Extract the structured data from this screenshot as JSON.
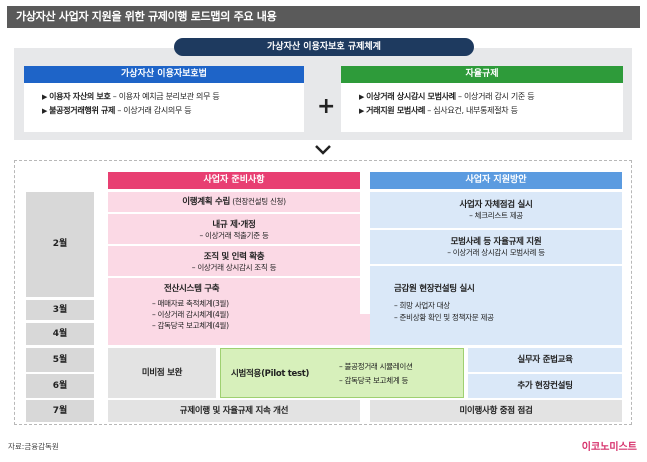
{
  "title": "가상자산 사업자 지원을 위한 규제이행 로드맵의 주요 내용",
  "top_pill": "가상자산 이용자보호 규제체계",
  "left_box": {
    "header": "가상자산 이용자보호법",
    "color": "#1e64c8",
    "lines": [
      {
        "bold": "이용자 자산의 보호",
        "rest": " – 이용자 예치금 분리보관 의무 등"
      },
      {
        "bold": "불공정거래행위 규제",
        "rest": " – 이상거래 감시의무 등"
      }
    ]
  },
  "right_box": {
    "header": "자율규제",
    "color": "#2e9b3a",
    "lines": [
      {
        "bold": "이상거래 상시감시 모범사례",
        "rest": " – 이상거래 감시 기준 등"
      },
      {
        "bold": "거래지원 모범사례",
        "rest": " – 심사요건, 내부통제절차 등"
      }
    ]
  },
  "plus_icon": "+",
  "columns": {
    "business_prep": {
      "label": "사업자 준비사항",
      "color": "#e83f72"
    },
    "support_plan": {
      "label": "사업자 지원방안",
      "color": "#5b9be0"
    }
  },
  "months": [
    "2월",
    "3월",
    "4월",
    "5월",
    "6월",
    "7월"
  ],
  "prep_items": [
    {
      "title": "이행계획 수립",
      "sub": "(현장컨설팅 신청)"
    },
    {
      "title": "내규 제·개정",
      "sub": "– 이상거래 적출기준 등"
    },
    {
      "title": "조직 및 인력 확충",
      "sub": "– 이상거래 상시감시 조직 등"
    },
    {
      "title": "전산시스템 구축",
      "subs": [
        "– 매매자료 축적체계(3월)",
        "– 이상거래 감시체계(4월)",
        "– 감독당국 보고체계(4월)"
      ]
    }
  ],
  "support_items": [
    {
      "title": "사업자 자체점검 실시",
      "sub": "– 체크리스트 제공"
    },
    {
      "title": "모범사례 등 자율규제 지원",
      "sub": "– 이상거래 상시감시 모범사례 등"
    },
    {
      "title": "금감원 현장컨설팅 실시",
      "subs": [
        "– 희망 사업자 대상",
        "– 준비상황 확인 및 정책자문 제공"
      ]
    }
  ],
  "row_5_6": {
    "deficiency": "미비점 보완",
    "pilot": {
      "title": "시범적용(Pilot test)",
      "subs": [
        "– 불공정거래 시뮬레이션",
        "– 감독당국 보고체계 등"
      ]
    },
    "training": "실무자 준법교육",
    "extra_consulting": "추가 현장컨설팅"
  },
  "row_7": {
    "left": "규제이행 및 자율규제 지속 개선",
    "right": "미이행사항 중점 점검"
  },
  "source": "자료:금융감독원",
  "brand": "이코노미스트"
}
